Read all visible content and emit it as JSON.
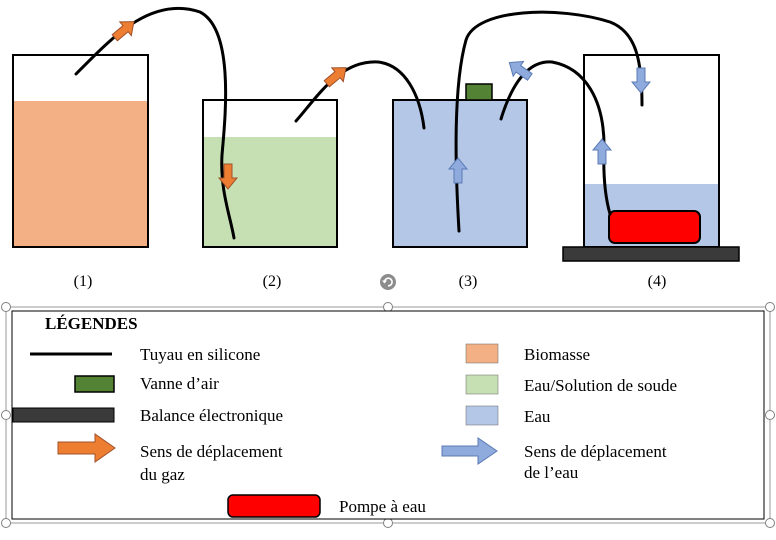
{
  "colors": {
    "biomass": "#f2b084",
    "soda": "#c6e0b4",
    "water": "#b4c7e7",
    "valve": "#548235",
    "balance": "#3a3a3a",
    "gas_arrow": "#ed7d31",
    "water_arrow": "#8faadc",
    "pump": "#ff0000",
    "tube": "#000000"
  },
  "containers": [
    {
      "label": "(1)",
      "content": "biomass"
    },
    {
      "label": "(2)",
      "content": "soda"
    },
    {
      "label": "(3)",
      "content": "water"
    },
    {
      "label": "(4)",
      "content": "water"
    }
  ],
  "legend": {
    "title": "LÉGENDES",
    "tube": "Tuyau en silicone",
    "valve": "Vanne d’air",
    "balance": "Balance électronique",
    "gas_flow_1": "Sens de déplacement",
    "gas_flow_2": "du gaz",
    "pump": "Pompe à eau",
    "biomass": "Biomasse",
    "soda": "Eau/Solution de soude",
    "water": "Eau",
    "water_flow_1": "Sens de déplacement",
    "water_flow_2": "de l’eau"
  },
  "icons": [
    "rotate-handle-icon"
  ]
}
